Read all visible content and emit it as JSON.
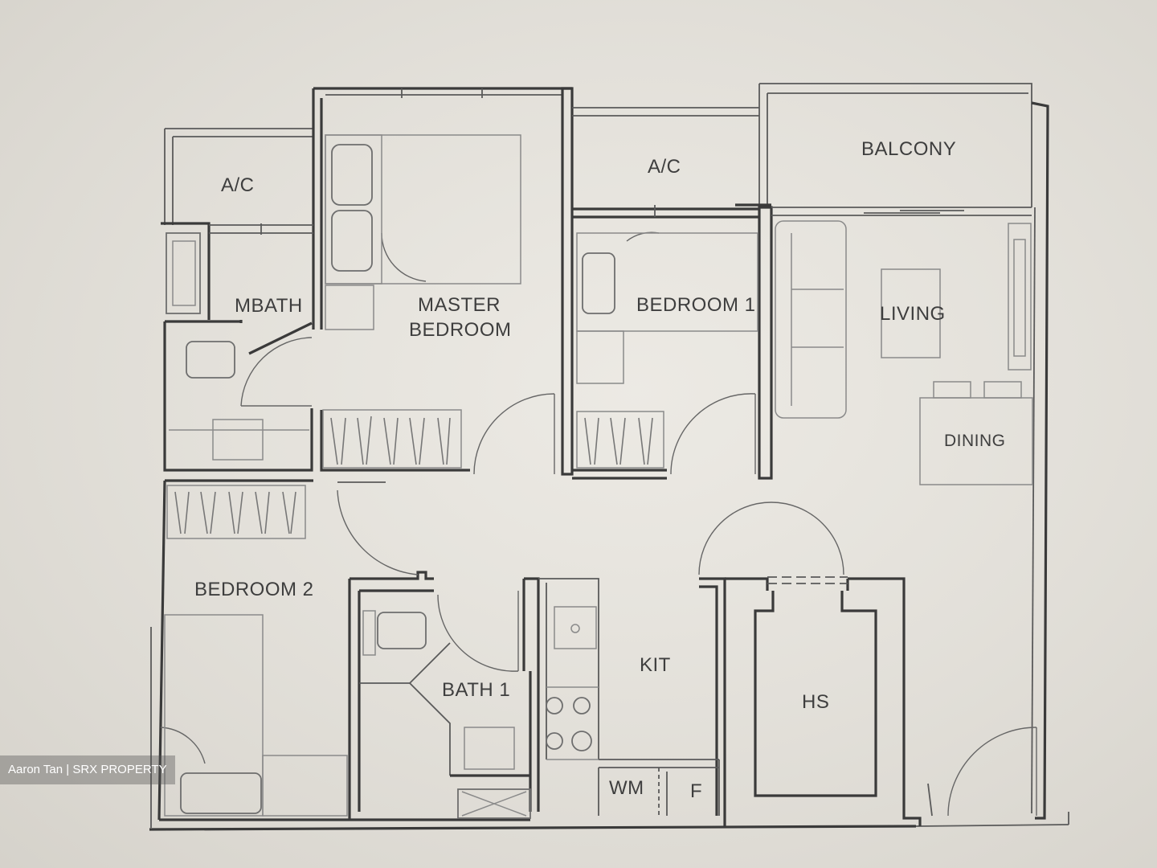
{
  "watermark": "Aaron Tan | SRX PROPERTY",
  "rooms": {
    "ac_left": "A/C",
    "mbath": "MBATH",
    "master_line1": "MASTER",
    "master_line2": "BEDROOM",
    "ac_mid": "A/C",
    "bedroom1": "BEDROOM 1",
    "balcony": "BALCONY",
    "living": "LIVING",
    "dining": "DINING",
    "bedroom2": "BEDROOM 2",
    "bath1": "BATH 1",
    "kit": "KIT",
    "hs": "HS",
    "wm": "WM",
    "fridge": "F"
  }
}
